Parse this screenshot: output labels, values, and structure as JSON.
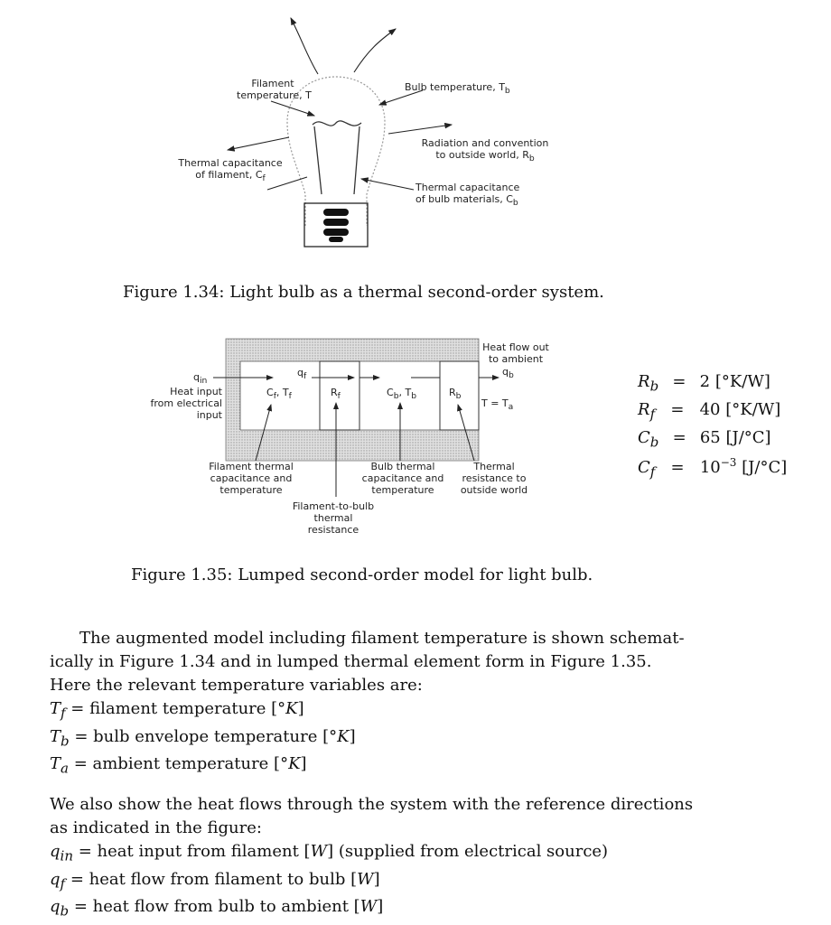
{
  "figure134": {
    "caption": "Figure 1.34: Light bulb as a thermal second-order system.",
    "labels": {
      "filament_temp_line1": "Filament",
      "filament_temp_line2": "temperature, T",
      "bulb_temp": "Bulb temperature, T",
      "bulb_temp_sub": "b",
      "radiation_line1": "Radiation and convention",
      "radiation_line2": "to outside world, R",
      "radiation_sub": "b",
      "cap_filament_line1": "Thermal capacitance",
      "cap_filament_line2": "of filament, C",
      "cap_filament_sub": "f",
      "cap_bulb_line1": "Thermal capacitance",
      "cap_bulb_line2": "of bulb materials, C",
      "cap_bulb_sub": "b"
    }
  },
  "figure135": {
    "caption": "Figure 1.35: Lumped second-order model for light bulb.",
    "labels": {
      "q_in": "q",
      "q_in_sub": "in",
      "heat_input_line1": "Heat input",
      "heat_input_line2": "from electrical",
      "heat_input_line3": "input",
      "q_f": "q",
      "q_f_sub": "f",
      "cf_tf": "C",
      "cf_tf_sub1": "f",
      "cf_tf_mid": ", T",
      "cf_tf_sub2": "f",
      "r_f": "R",
      "r_f_sub": "f",
      "cb_tb": "C",
      "cb_tb_sub1": "b",
      "cb_tb_mid": ", T",
      "cb_tb_sub2": "b",
      "r_b": "R",
      "r_b_sub": "b",
      "t_ta": "T = T",
      "t_ta_sub": "a",
      "heat_out_line1": "Heat flow out",
      "heat_out_line2": "to ambient",
      "q_b": "q",
      "q_b_sub": "b",
      "fil_cap_line1": "Filament thermal",
      "fil_cap_line2": "capacitance and",
      "fil_cap_line3": "temperature",
      "bulb_cap_line1": "Bulb thermal",
      "bulb_cap_line2": "capacitance and",
      "bulb_cap_line3": "temperature",
      "thermal_res_line1": "Thermal",
      "thermal_res_line2": "resistance to",
      "thermal_res_line3": "outside world",
      "fil_bulb_line1": "Filament-to-bulb",
      "fil_bulb_line2": "thermal",
      "fil_bulb_line3": "resistance"
    }
  },
  "parameters": [
    {
      "sym": "R",
      "sub": "b",
      "eq": "=",
      "val": "2 [°K/W]"
    },
    {
      "sym": "R",
      "sub": "f",
      "eq": "=",
      "val": "40 [°K/W]"
    },
    {
      "sym": "C",
      "sub": "b",
      "eq": "=",
      "val": "65 [J/°C]"
    },
    {
      "sym": "C",
      "sub": "f",
      "eq": "=",
      "val": "10",
      "exp": "−3",
      "unit": " [J/°C]"
    }
  ],
  "paragraph1": {
    "line1": "The augmented model including filament temperature is shown schemat-",
    "line2": "ically in Figure 1.34 and in lumped thermal element form in Figure 1.35.",
    "line3": "Here the relevant temperature variables are:"
  },
  "temp_vars": [
    {
      "sym": "T",
      "sub": "f",
      "desc": " = filament temperature [°",
      "unit": "K",
      "close": "]"
    },
    {
      "sym": "T",
      "sub": "b",
      "desc": " = bulb envelope temperature [°",
      "unit": "K",
      "close": "]"
    },
    {
      "sym": "T",
      "sub": "a",
      "desc": " = ambient temperature [°",
      "unit": "K",
      "close": "]"
    }
  ],
  "paragraph2": {
    "line1": "We also show the heat flows through the system with the reference directions",
    "line2": "as indicated in the figure:"
  },
  "heat_flows": [
    {
      "sym": "q",
      "sub": "in",
      "desc": " = heat input from filament [",
      "unit": "W",
      "close": "] (supplied from electrical source)"
    },
    {
      "sym": "q",
      "sub": "f",
      "desc": " = heat flow from filament to bulb [",
      "unit": "W",
      "close": "]"
    },
    {
      "sym": "q",
      "sub": "b",
      "desc": " = heat flow from bulb to ambient [",
      "unit": "W",
      "close": "]"
    }
  ]
}
